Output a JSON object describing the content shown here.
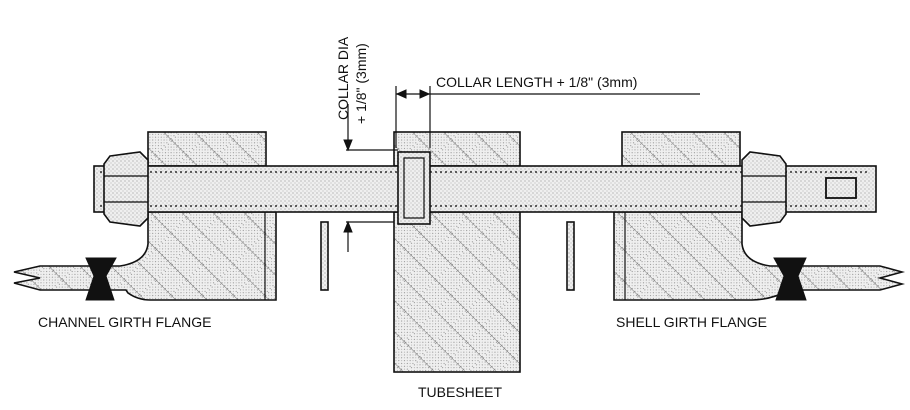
{
  "labels": {
    "collar_dia_line1": "COLLAR DIA",
    "collar_dia_line2": "+ 1/8\" (3mm)",
    "collar_length": "COLLAR LENGTH + 1/8\" (3mm)",
    "channel_flange": "CHANNEL GIRTH FLANGE",
    "shell_flange": "SHELL GIRTH FLANGE",
    "tubesheet": "TUBESHEET"
  }
}
